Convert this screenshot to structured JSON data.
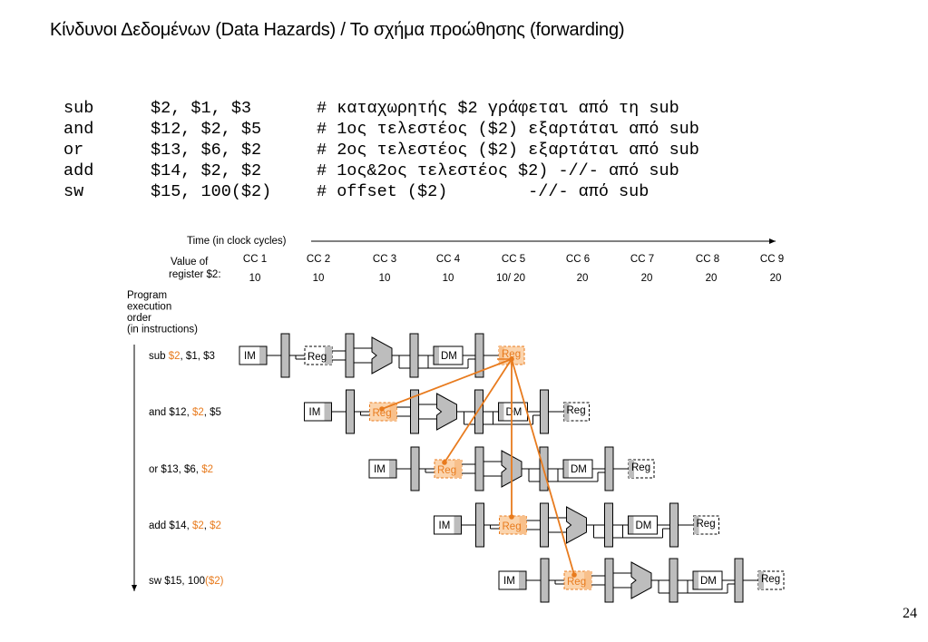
{
  "title": "Κίνδυνοι Δεδομένων (Data Hazards) / Το σχήμα προώθησης (forwarding)",
  "code": [
    {
      "op": "sub",
      "args": "$2, $1, $3",
      "comment": "# καταχωρητής $2 γράφεται από τη sub"
    },
    {
      "op": "and",
      "args": "$12, $2, $5",
      "comment": "# 1ος τελεστέος ($2) εξαρτάται από sub"
    },
    {
      "op": "or",
      "args": "$13, $6, $2",
      "comment": "# 2ος τελεστέος ($2) εξαρτάται από sub"
    },
    {
      "op": "add",
      "args": "$14, $2, $2",
      "comment": "# 1ος&2ος τελεστέος $2) -//- από sub"
    },
    {
      "op": "sw",
      "args": "$15, 100($2)",
      "comment": "# offset ($2)        -//- από sub"
    }
  ],
  "diagram": {
    "time_label": "Time (in clock cycles)",
    "value_label_1": "Value of",
    "value_label_2": "register $2:",
    "program_label": [
      "Program",
      "execution",
      "order",
      "(in instructions)"
    ],
    "cycles": [
      "CC 1",
      "CC 2",
      "CC 3",
      "CC 4",
      "CC 5",
      "CC 6",
      "CC 7",
      "CC 8",
      "CC 9"
    ],
    "reg_values": [
      "10",
      "10",
      "10",
      "10",
      "10/  20",
      "20",
      "20",
      "20",
      "20"
    ],
    "stage_labels": {
      "im": "IM",
      "reg": "Reg",
      "dm": "DM"
    },
    "instructions": [
      {
        "parts": [
          {
            "t": "sub ",
            "hl": false
          },
          {
            "t": "$2",
            "hl": true
          },
          {
            "t": ", $1, $3",
            "hl": false
          }
        ]
      },
      {
        "parts": [
          {
            "t": "and $12, ",
            "hl": false
          },
          {
            "t": "$2",
            "hl": true
          },
          {
            "t": ", $5",
            "hl": false
          }
        ]
      },
      {
        "parts": [
          {
            "t": "or $13, $6, ",
            "hl": false
          },
          {
            "t": "$2",
            "hl": true
          }
        ]
      },
      {
        "parts": [
          {
            "t": "add $14, ",
            "hl": false
          },
          {
            "t": "$2",
            "hl": true
          },
          {
            "t": ", ",
            "hl": false
          },
          {
            "t": "$2",
            "hl": true
          }
        ]
      },
      {
        "parts": [
          {
            "t": "sw $15, 100",
            "hl": false
          },
          {
            "t": "($2)",
            "hl": true
          }
        ]
      }
    ],
    "colors": {
      "forward": "#e87b1e",
      "forward_fill": "#fbd4ad",
      "stage_gray": "#bdbdbd",
      "line": "#000000"
    }
  },
  "page_number": "24"
}
